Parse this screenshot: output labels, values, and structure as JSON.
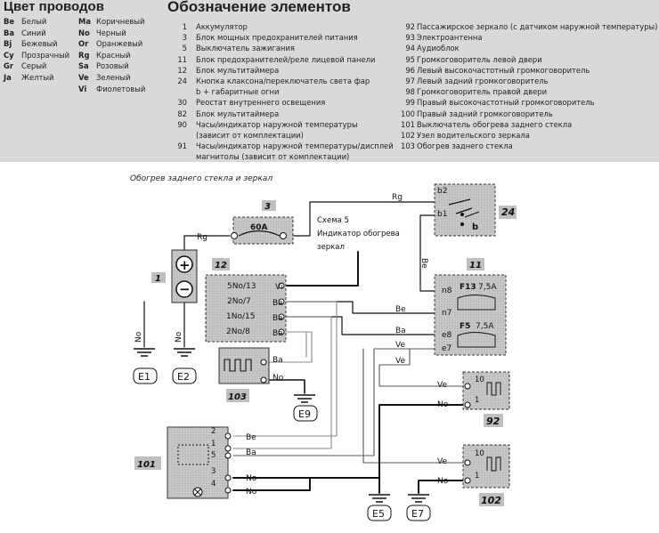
{
  "legend": {
    "colors_title": "Цвет проводов",
    "colors": [
      {
        "code": "Be",
        "name": "Белый"
      },
      {
        "code": "Ba",
        "name": "Синий"
      },
      {
        "code": "Bj",
        "name": "Бежевый"
      },
      {
        "code": "Cy",
        "name": "Прозрачный"
      },
      {
        "code": "Gr",
        "name": "Серый"
      },
      {
        "code": "Ja",
        "name": "Желтый"
      },
      {
        "code": "Ma",
        "name": "Коричневый"
      },
      {
        "code": "No",
        "name": "Черный"
      },
      {
        "code": "Or",
        "name": "Оранжевый"
      },
      {
        "code": "Rg",
        "name": "Красный"
      },
      {
        "code": "Sa",
        "name": "Розовый"
      },
      {
        "code": "Ve",
        "name": "Зеленый"
      },
      {
        "code": "Vi",
        "name": "Фиолетовый"
      }
    ],
    "elements_title": "Обозначение элементов",
    "elements_left": [
      {
        "num": "1",
        "desc": "Аккумулятор"
      },
      {
        "num": "3",
        "desc": "Блок мощных предохранителей питания"
      },
      {
        "num": "5",
        "desc": "Выключатель зажигания"
      },
      {
        "num": "11",
        "desc": "Блок предохранителей/реле лицевой панели"
      },
      {
        "num": "12",
        "desc": "Блок мультитаймера"
      },
      {
        "num": "24",
        "desc": "Кнопка клаксона/переключатель света фар"
      },
      {
        "num": "",
        "desc": "b + габаритные огни"
      },
      {
        "num": "30",
        "desc": "Реостат внутреннего освещения"
      },
      {
        "num": "82",
        "desc": "Блок мультитаймера"
      },
      {
        "num": "90",
        "desc": "Часы/индикатор наружной температуры"
      },
      {
        "num": "",
        "desc": "(зависит от комплектации)"
      },
      {
        "num": "91",
        "desc": "Часы/индикатор наружной температуры/дисплей"
      },
      {
        "num": "",
        "desc": "магнитолы (зависит от комплектации)"
      }
    ],
    "elements_right": [
      {
        "num": "92",
        "desc": "Пассажирское зеркало (с датчиком наружной температуры)"
      },
      {
        "num": "93",
        "desc": "Электроантенна"
      },
      {
        "num": "94",
        "desc": "Аудиоблок"
      },
      {
        "num": "95",
        "desc": "Громкоговоритель левой двери"
      },
      {
        "num": "96",
        "desc": "Левый высокочастотный громкоговоритель"
      },
      {
        "num": "97",
        "desc": "Левый задний громкоговоритель"
      },
      {
        "num": "98",
        "desc": "Громкоговоритель правой двери"
      },
      {
        "num": "99",
        "desc": "Правый высокочастотный громкоговоритель"
      },
      {
        "num": "100",
        "desc": "Правый задний громкоговоритель"
      },
      {
        "num": "101",
        "desc": "Выключатель обогрева заднего стекла"
      },
      {
        "num": "102",
        "desc": "Узел водительского зеркала"
      },
      {
        "num": "103",
        "desc": "Обогрев заднего стекла"
      }
    ]
  },
  "diagram": {
    "subtitle": "Обогрев заднего стекла и зеркал",
    "note_line1": "Схема 5",
    "note_line2": "Индикатор обогрева",
    "note_line3": "зеркал",
    "components": {
      "c1": "1",
      "c3": "3",
      "c11": "11",
      "c12": "12",
      "c24": "24",
      "c92": "92",
      "c101": "101",
      "c102": "102",
      "c103": "103"
    },
    "fuse_3": "60A",
    "fuse_f13_name": "F13",
    "fuse_f13_rating": "7,5A",
    "fuse_f5_name": "F5",
    "fuse_f5_rating": "7,5A",
    "plus": "+",
    "minus": "−",
    "pins_12": [
      "5No/13",
      "2No/7",
      "1No/15",
      "2No/8"
    ],
    "pins_11": [
      "n8",
      "n7",
      "e8",
      "e7"
    ],
    "pins_24": [
      "b2",
      "b1",
      "b"
    ],
    "pins_101": [
      "2",
      "1",
      "5",
      "3",
      "4"
    ],
    "pins_92": [
      "10",
      "1"
    ],
    "pins_102": [
      "10",
      "1"
    ],
    "grounds": [
      "E1",
      "E2",
      "E9",
      "E5",
      "E7"
    ],
    "wires": {
      "rg_top": "Rg",
      "rg_left": "Rg",
      "vi": "Vi",
      "ba_1": "Ba",
      "ba_2": "Ba",
      "ba_3": "Ba",
      "be_vert": "Be",
      "be_n7": "Be",
      "ba_e8": "Ba",
      "ve_e7a": "Ve",
      "ve_e7b": "Ve",
      "no_bat1": "No",
      "no_bat2": "No",
      "ba_103": "Ba",
      "no_103": "No",
      "ve_92": "Ve",
      "no_92": "No",
      "be_101": "Be",
      "ba_101": "Ba",
      "no_101a": "No",
      "no_101b": "No",
      "ve_102": "Ve",
      "no_102": "No"
    }
  }
}
